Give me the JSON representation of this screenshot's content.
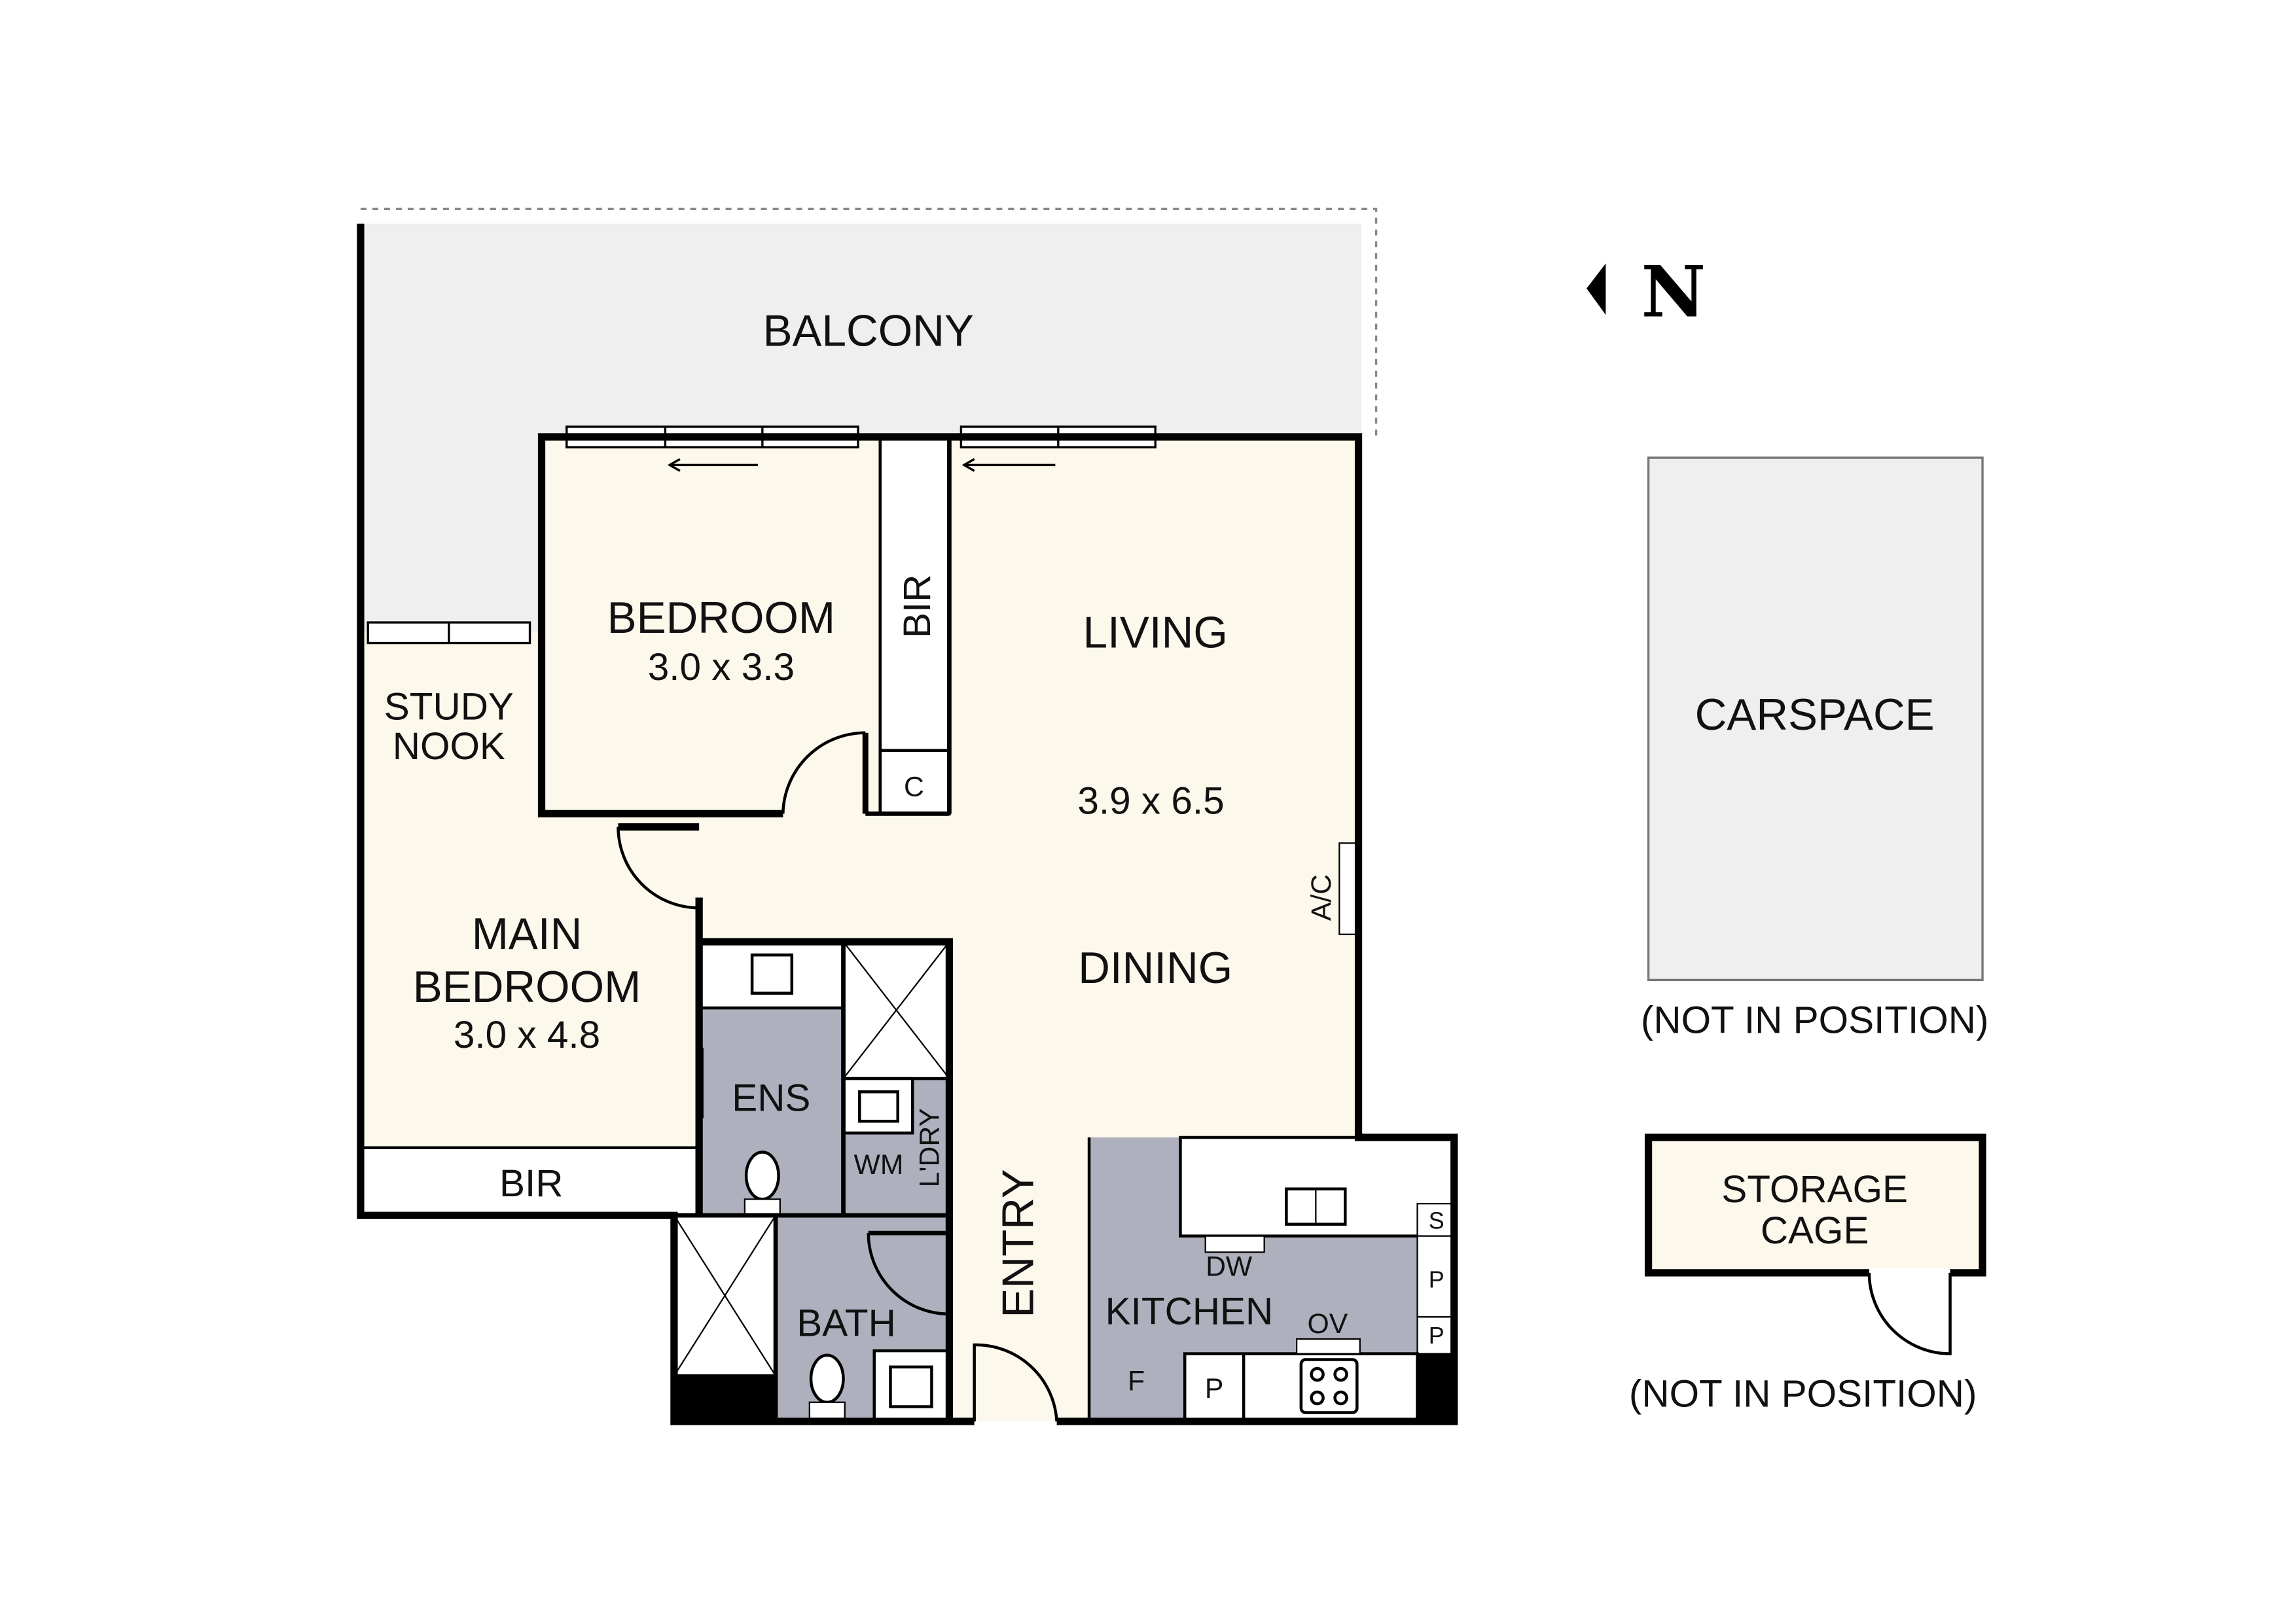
{
  "colors": {
    "floor": "#fdf8ec",
    "wet_area": "#aeb0be",
    "outdoor": "#efefef",
    "wall": "#000000"
  },
  "compass": {
    "label": "N",
    "icon": "north-arrow-icon"
  },
  "rooms": {
    "balcony": "BALCONY",
    "bedroom": {
      "name": "BEDROOM",
      "size": "3.0 x 3.3"
    },
    "bir_bedroom": "BIR",
    "cupboard": "C",
    "living": "LIVING",
    "living_size": "3.9 x 6.5",
    "dining": "DINING",
    "ac": "A/C",
    "study_line1": "STUDY",
    "study_line2": "NOOK",
    "main_bedroom_line1": "MAIN",
    "main_bedroom_line2": "BEDROOM",
    "main_bedroom_size": "3.0 x 4.8",
    "bir_main": "BIR",
    "ens": "ENS",
    "wm": "WM",
    "laundry": "L'DRY",
    "entry": "ENTRY",
    "bath": "BATH",
    "kitchen": "KITCHEN",
    "dw": "DW",
    "ov": "OV",
    "fridge": "F",
    "pantry": "P",
    "sink": "S"
  },
  "carspace": {
    "label": "CARSPACE",
    "note": "(NOT IN POSITION)"
  },
  "storage": {
    "line1": "STORAGE",
    "line2": "CAGE",
    "note": "(NOT IN POSITION)"
  }
}
